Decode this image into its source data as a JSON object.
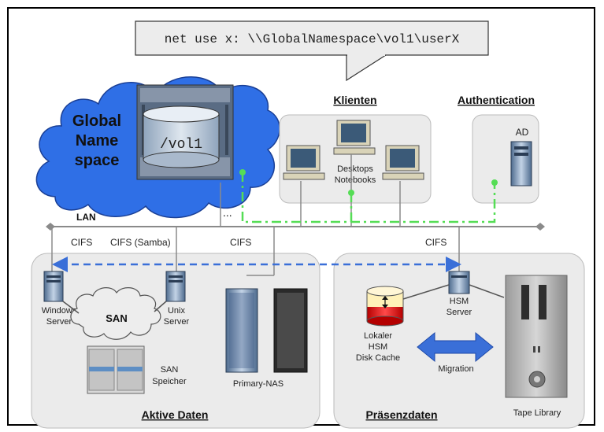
{
  "command": "net use x: \\\\GlobalNamespace\\vol1\\userX",
  "cloud": {
    "title_line1": "Global",
    "title_line2": "Name",
    "title_line3": "space",
    "volume": "/vol1",
    "ellipsis": "..."
  },
  "groups": {
    "clients": {
      "title": "Klienten",
      "label_line1": "Desktops",
      "label_line2": "Notebooks"
    },
    "auth": {
      "title": "Authentication",
      "label": "AD"
    },
    "active": {
      "title": "Aktive Daten"
    },
    "presence": {
      "title": "Präsenzdaten"
    }
  },
  "network": {
    "lan": "LAN",
    "cifs1": "CIFS",
    "cifs_samba": "CIFS (Samba)",
    "cifs2": "CIFS",
    "cifs3": "CIFS"
  },
  "active_data": {
    "windows_server_line1": "Windows",
    "windows_server_line2": "Server",
    "unix_server_line1": "Unix",
    "unix_server_line2": "Server",
    "san": "SAN",
    "san_storage_line1": "SAN",
    "san_storage_line2": "Speicher",
    "primary_nas": "Primary-NAS"
  },
  "presence_data": {
    "hsm_server_line1": "HSM",
    "hsm_server_line2": "Server",
    "cache_line1": "Lokaler",
    "cache_line2": "HSM",
    "cache_line3": "Disk Cache",
    "migration": "Migration",
    "tape_library": "Tape Library"
  },
  "colors": {
    "cloud": "#2f6fe6",
    "green_dash": "#55dd55",
    "blue_dash": "#3a6fd8",
    "panel": "#ebebeb"
  }
}
